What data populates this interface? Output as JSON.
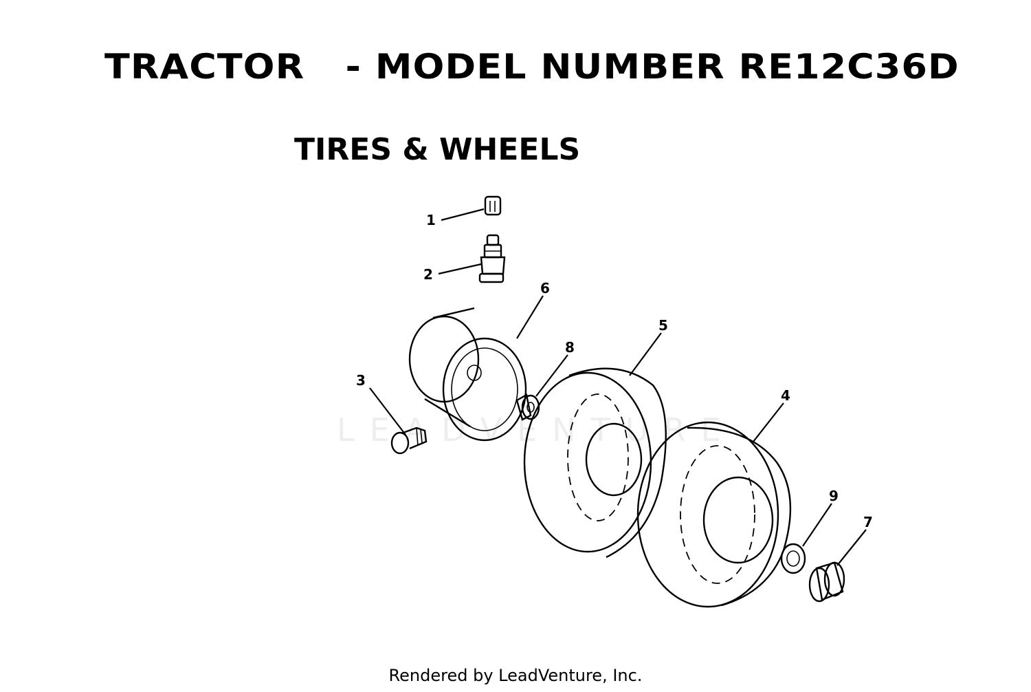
{
  "header": {
    "title": "TRACTOR   - MODEL NUMBER RE12C36D",
    "subtitle": "TIRES & WHEELS"
  },
  "watermark": "LEADVENTURE",
  "footer": "Rendered by LeadVenture, Inc.",
  "callouts": {
    "c1": "1",
    "c2": "2",
    "c3": "3",
    "c4": "4",
    "c5": "5",
    "c6": "6",
    "c7": "7",
    "c8": "8",
    "c9": "9"
  }
}
